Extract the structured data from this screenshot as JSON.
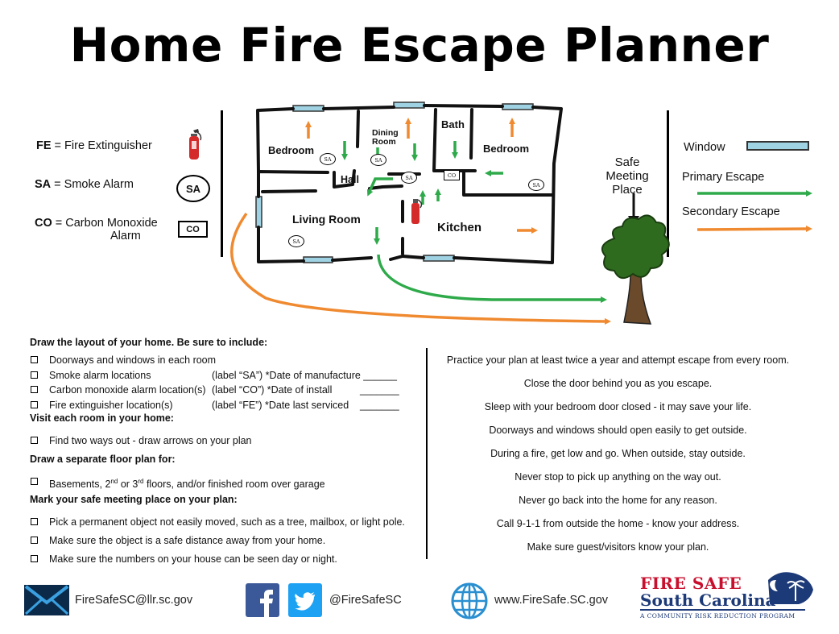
{
  "title": "Home Fire Escape Planner",
  "legend_left": {
    "fe_abbr": "FE",
    "fe_text": " = Fire Extinguisher",
    "sa_abbr": "SA",
    "sa_text": " = Smoke Alarm",
    "sa_badge": "SA",
    "co_abbr": "CO",
    "co_text": " = Carbon Monoxide",
    "co_text2": "Alarm",
    "co_badge": "CO"
  },
  "floor_plan": {
    "rooms": {
      "bedroom_left": "Bedroom",
      "dining_1": "Dining",
      "dining_2": "Room",
      "bath": "Bath",
      "bedroom_right": "Bedroom",
      "hall": "Hall",
      "living_room": "Living Room",
      "kitchen": "Kitchen"
    },
    "alarm_sa": "SA",
    "alarm_co": "CO"
  },
  "safe_meeting": {
    "line1": "Safe",
    "line2": "Meeting",
    "line3": "Place"
  },
  "legend_right": {
    "window": "Window",
    "primary": "Primary Escape",
    "secondary": "Secondary Escape"
  },
  "colors": {
    "primary_escape": "#2eaa4a",
    "secondary_escape": "#f08a30",
    "window": "#9fd3e3",
    "extinguisher": "#d42a2a",
    "tree_green": "#2f6b1f",
    "trunk": "#6b4a2b"
  },
  "instructions": {
    "head1": "Draw the layout of your home. Be sure to include:",
    "item1": "Doorways and windows in each room",
    "item2a": "Smoke alarm locations",
    "item2b": "(label “SA”) *Date of manufacture ______",
    "item3a": "Carbon monoxide alarm location(s)",
    "item3b": "(label “CO”) *Date of install",
    "item3c": "_______",
    "item4a": "Fire extinguisher location(s)",
    "item4b": "(label “FE”)  *Date last serviced",
    "item4c": "_______",
    "head2": "Visit each room in your home:",
    "item5": "Find two ways out - draw arrows on your plan",
    "head3": "Draw a separate floor plan for:",
    "item6_pre": "Basements, 2",
    "item6_sup1": "nd",
    "item6_mid": " or 3",
    "item6_sup2": "rd",
    "item6_post": " floors, and/or finished room over garage",
    "head4": "Mark your safe meeting place on your plan:",
    "item7": "Pick a permanent object not easily moved, such as a tree, mailbox, or light pole.",
    "item8": "Make sure the object is a safe distance away from your home.",
    "item9": "Make sure the numbers on your house can be seen day or night."
  },
  "tips": [
    "Practice your plan at least twice a year and attempt escape from every room.",
    "Close the door behind you as you escape.",
    "Sleep with your bedroom door closed - it may save your life.",
    "Doorways and windows should open easily to get outside.",
    "During a fire, get low and go. When outside, stay outside.",
    "Never stop to pick up anything on the way out.",
    "Never go back into the home for any reason.",
    "Call 9-1-1 from outside the home - know your address.",
    "Make sure guest/visitors know your plan."
  ],
  "footer": {
    "email": "FireSafeSC@llr.sc.gov",
    "twitter": "@FireSafeSC",
    "website": "www.FireSafe.SC.gov",
    "brand_line1": "FIRE SAFE",
    "brand_line2": "South Carolina",
    "brand_line3": "A COMMUNITY RISK REDUCTION PROGRAM"
  }
}
